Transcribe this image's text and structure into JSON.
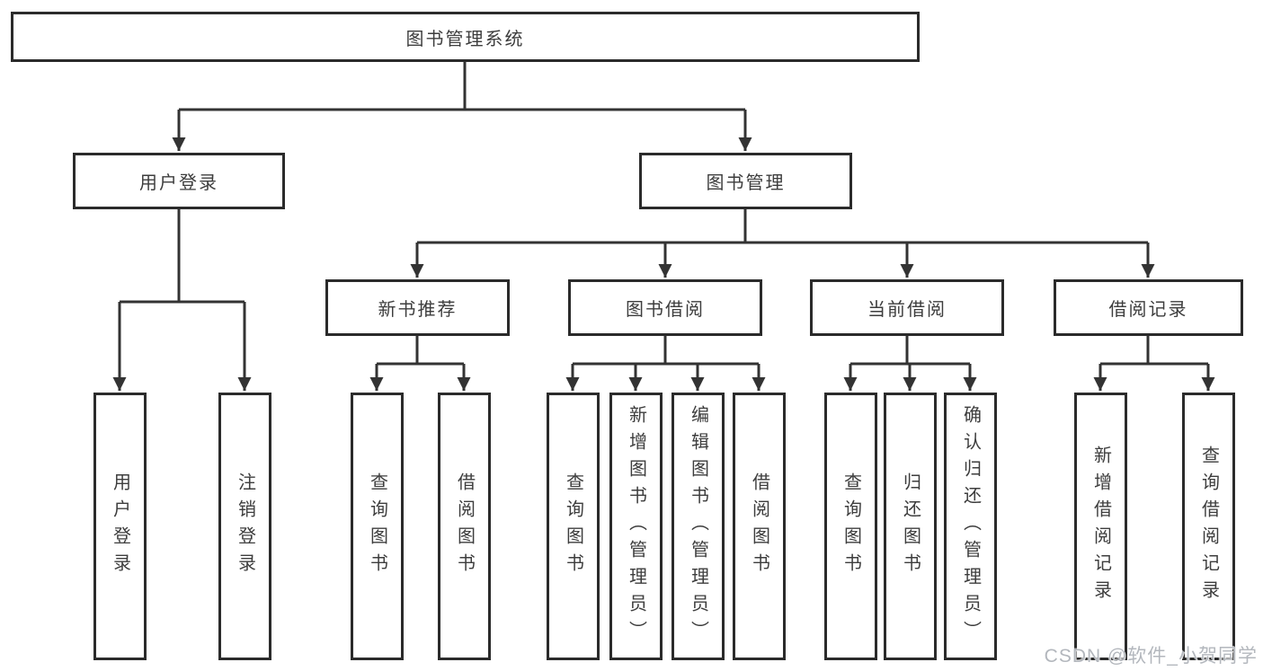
{
  "tree": {
    "root": {
      "label": "图书管理系统"
    },
    "level2": [
      {
        "label": "用户登录",
        "children": [
          {
            "label": "用户登录"
          },
          {
            "label": "注销登录"
          }
        ]
      },
      {
        "label": "图书管理",
        "children": [
          {
            "label": "新书推荐",
            "children": [
              {
                "label": "查询图书"
              },
              {
                "label": "借阅图书"
              }
            ]
          },
          {
            "label": "图书借阅",
            "children": [
              {
                "label": "查询图书"
              },
              {
                "label": "新增图书（管理员）"
              },
              {
                "label": "编辑图书（管理员）"
              },
              {
                "label": "借阅图书"
              }
            ]
          },
          {
            "label": "当前借阅",
            "children": [
              {
                "label": "查询图书"
              },
              {
                "label": "归还图书"
              },
              {
                "label": "确认归还（管理员）"
              }
            ]
          },
          {
            "label": "借阅记录",
            "children": [
              {
                "label": "新增借阅记录"
              },
              {
                "label": "查询借阅记录"
              }
            ]
          }
        ]
      }
    ]
  },
  "watermark": {
    "text": "CSDN @软件_小贺同学"
  },
  "colors": {
    "line": "#333333",
    "border": "#2b2b2b",
    "text": "#3d3d3d",
    "watermark": "#b3b7bd",
    "background": "#ffffff"
  }
}
